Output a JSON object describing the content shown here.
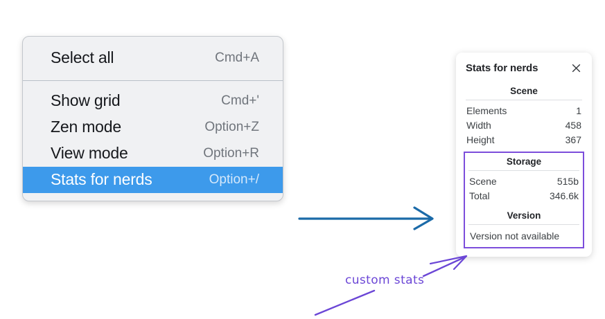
{
  "context_menu": {
    "sections": [
      {
        "items": [
          {
            "label": "Select all",
            "shortcut": "Cmd+A",
            "selected": false
          }
        ]
      },
      {
        "items": [
          {
            "label": "Show grid",
            "shortcut": "Cmd+'",
            "selected": false
          },
          {
            "label": "Zen mode",
            "shortcut": "Option+Z",
            "selected": false
          },
          {
            "label": "View mode",
            "shortcut": "Option+R",
            "selected": false
          },
          {
            "label": "Stats for nerds",
            "shortcut": "Option+/",
            "selected": true
          }
        ]
      }
    ],
    "selected_highlight_color": "#3d9aeb"
  },
  "stats_panel": {
    "title": "Stats for nerds",
    "close_icon": "close-icon",
    "scene": {
      "heading": "Scene",
      "rows": [
        {
          "label": "Elements",
          "value": "1"
        },
        {
          "label": "Width",
          "value": "458"
        },
        {
          "label": "Height",
          "value": "367"
        }
      ]
    },
    "storage": {
      "heading": "Storage",
      "rows": [
        {
          "label": "Scene",
          "value": "515b"
        },
        {
          "label": "Total",
          "value": "346.6k"
        }
      ]
    },
    "version": {
      "heading": "Version",
      "note": "Version not available"
    },
    "highlight_color": "#7c4ddb"
  },
  "annotations": {
    "label": "custom stats",
    "label_color": "#6b46d6",
    "arrow_color": "#1b6aa8"
  }
}
